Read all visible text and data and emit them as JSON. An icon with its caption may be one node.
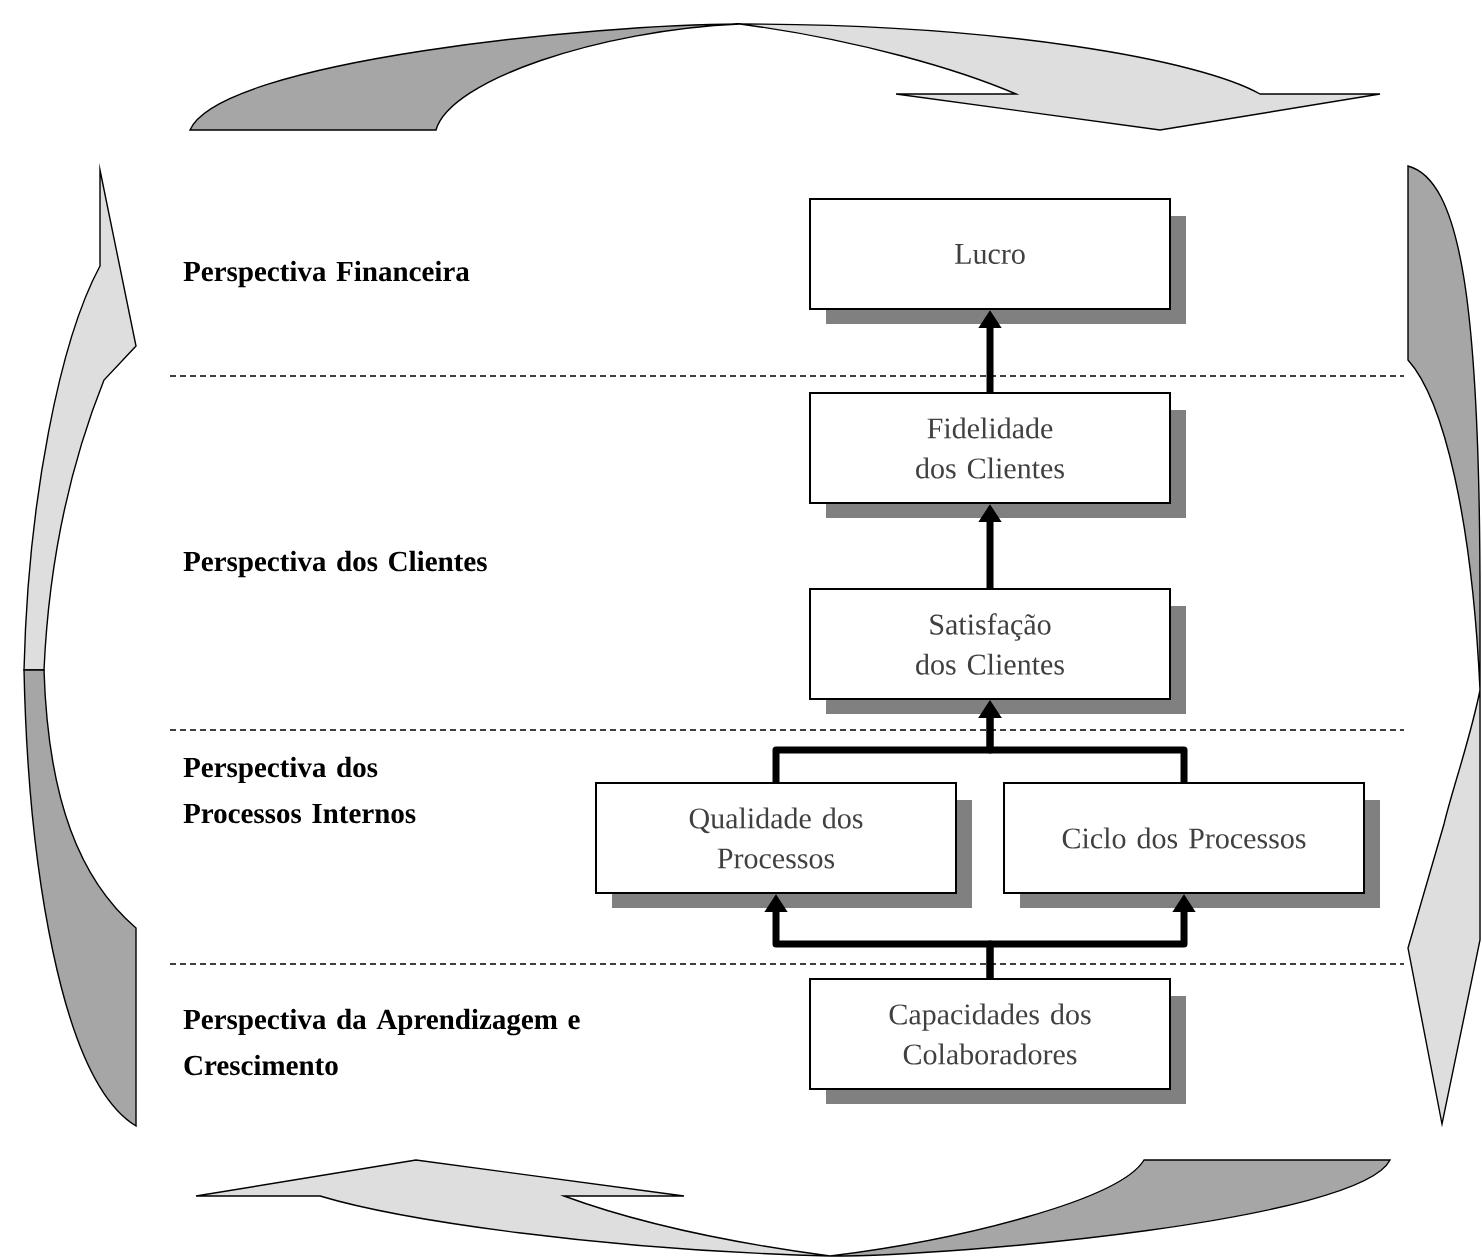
{
  "diagram": {
    "nodes": [
      {
        "text": [
          "Lucro"
        ]
      },
      {
        "text": [
          "Fidelidade dos Clientes"
        ]
      },
      {
        "text": [
          "Satisfação dos Clientes"
        ]
      },
      {
        "text": [
          "Qualidade dos Processos"
        ]
      },
      {
        "text": [
          "Ciclo dos Processos"
        ]
      },
      {
        "text": [
          "Capacidades dos Colaboradores"
        ]
      }
    ],
    "edges": [
      {
        "from": 1,
        "to": 0,
        "arrow": "to"
      },
      {
        "from": 2,
        "to": 1,
        "arrow": "to"
      },
      {
        "from": 3,
        "to": 2,
        "arrow": "to"
      },
      {
        "from": 4,
        "to": 2,
        "arrow": "to"
      },
      {
        "from": 5,
        "to": 3,
        "arrow": "to"
      },
      {
        "from": 5,
        "to": 4,
        "arrow": "to"
      }
    ],
    "labels": [
      "Perspectiva Financeira",
      "Perspectiva dos Clientes",
      "Perspectiva dos Processos Internos",
      "Perspectiva da Aprendizagem e Crescimento"
    ]
  }
}
